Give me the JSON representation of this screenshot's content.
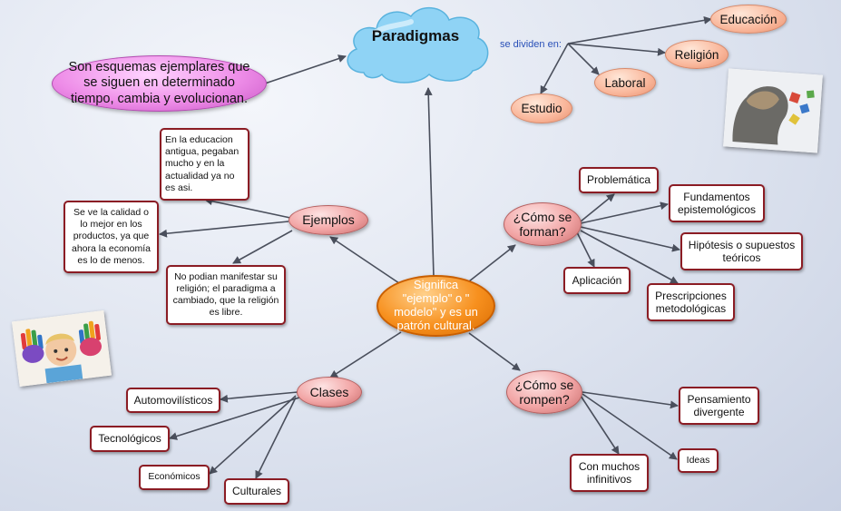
{
  "title": "Paradigmas",
  "definition": "Son esquemas ejemplares que se siguen en determinado tiempo, cambia y evolucionan.",
  "divided_caption": "se dividen en:",
  "divisions": [
    "Educación",
    "Religión",
    "Laboral",
    "Estudio"
  ],
  "center": "Significa \"ejemplo\" o \" modelo\" y es un patrón cultural.",
  "ejemplos": {
    "label": "Ejemplos",
    "items": [
      "En la educacion antigua, pegaban mucho y en la actualidad ya no es asi.",
      "Se ve la calidad o lo mejor en los productos, ya que ahora la economía es lo de menos.",
      "No podian manifestar su religión; el paradigma a cambiado, que la religión es libre."
    ]
  },
  "forman": {
    "label": "¿Cómo se forman?",
    "items": [
      "Problemática",
      "Fundamentos epistemológicos",
      "Hipótesis o supuestos teóricos",
      "Aplicación",
      "Prescripciones metodológicas"
    ]
  },
  "clases": {
    "label": "Clases",
    "items": [
      "Automovilísticos",
      "Tecnológicos",
      "Económicos",
      "Culturales"
    ]
  },
  "rompen": {
    "label": "¿Cómo se rompen?",
    "items": [
      "Pensamiento divergente",
      "Ideas",
      "Con muchos infinitivos"
    ]
  },
  "colors": {
    "box_border": "#8b1c24",
    "center_fill": "#f7901e",
    "cloud_fill": "#8fd3f5",
    "definition_fill": "#ee8de8",
    "category_fill": "#f2a5a5",
    "division_fill": "#f9b69a",
    "caption_text": "#2950b8"
  }
}
